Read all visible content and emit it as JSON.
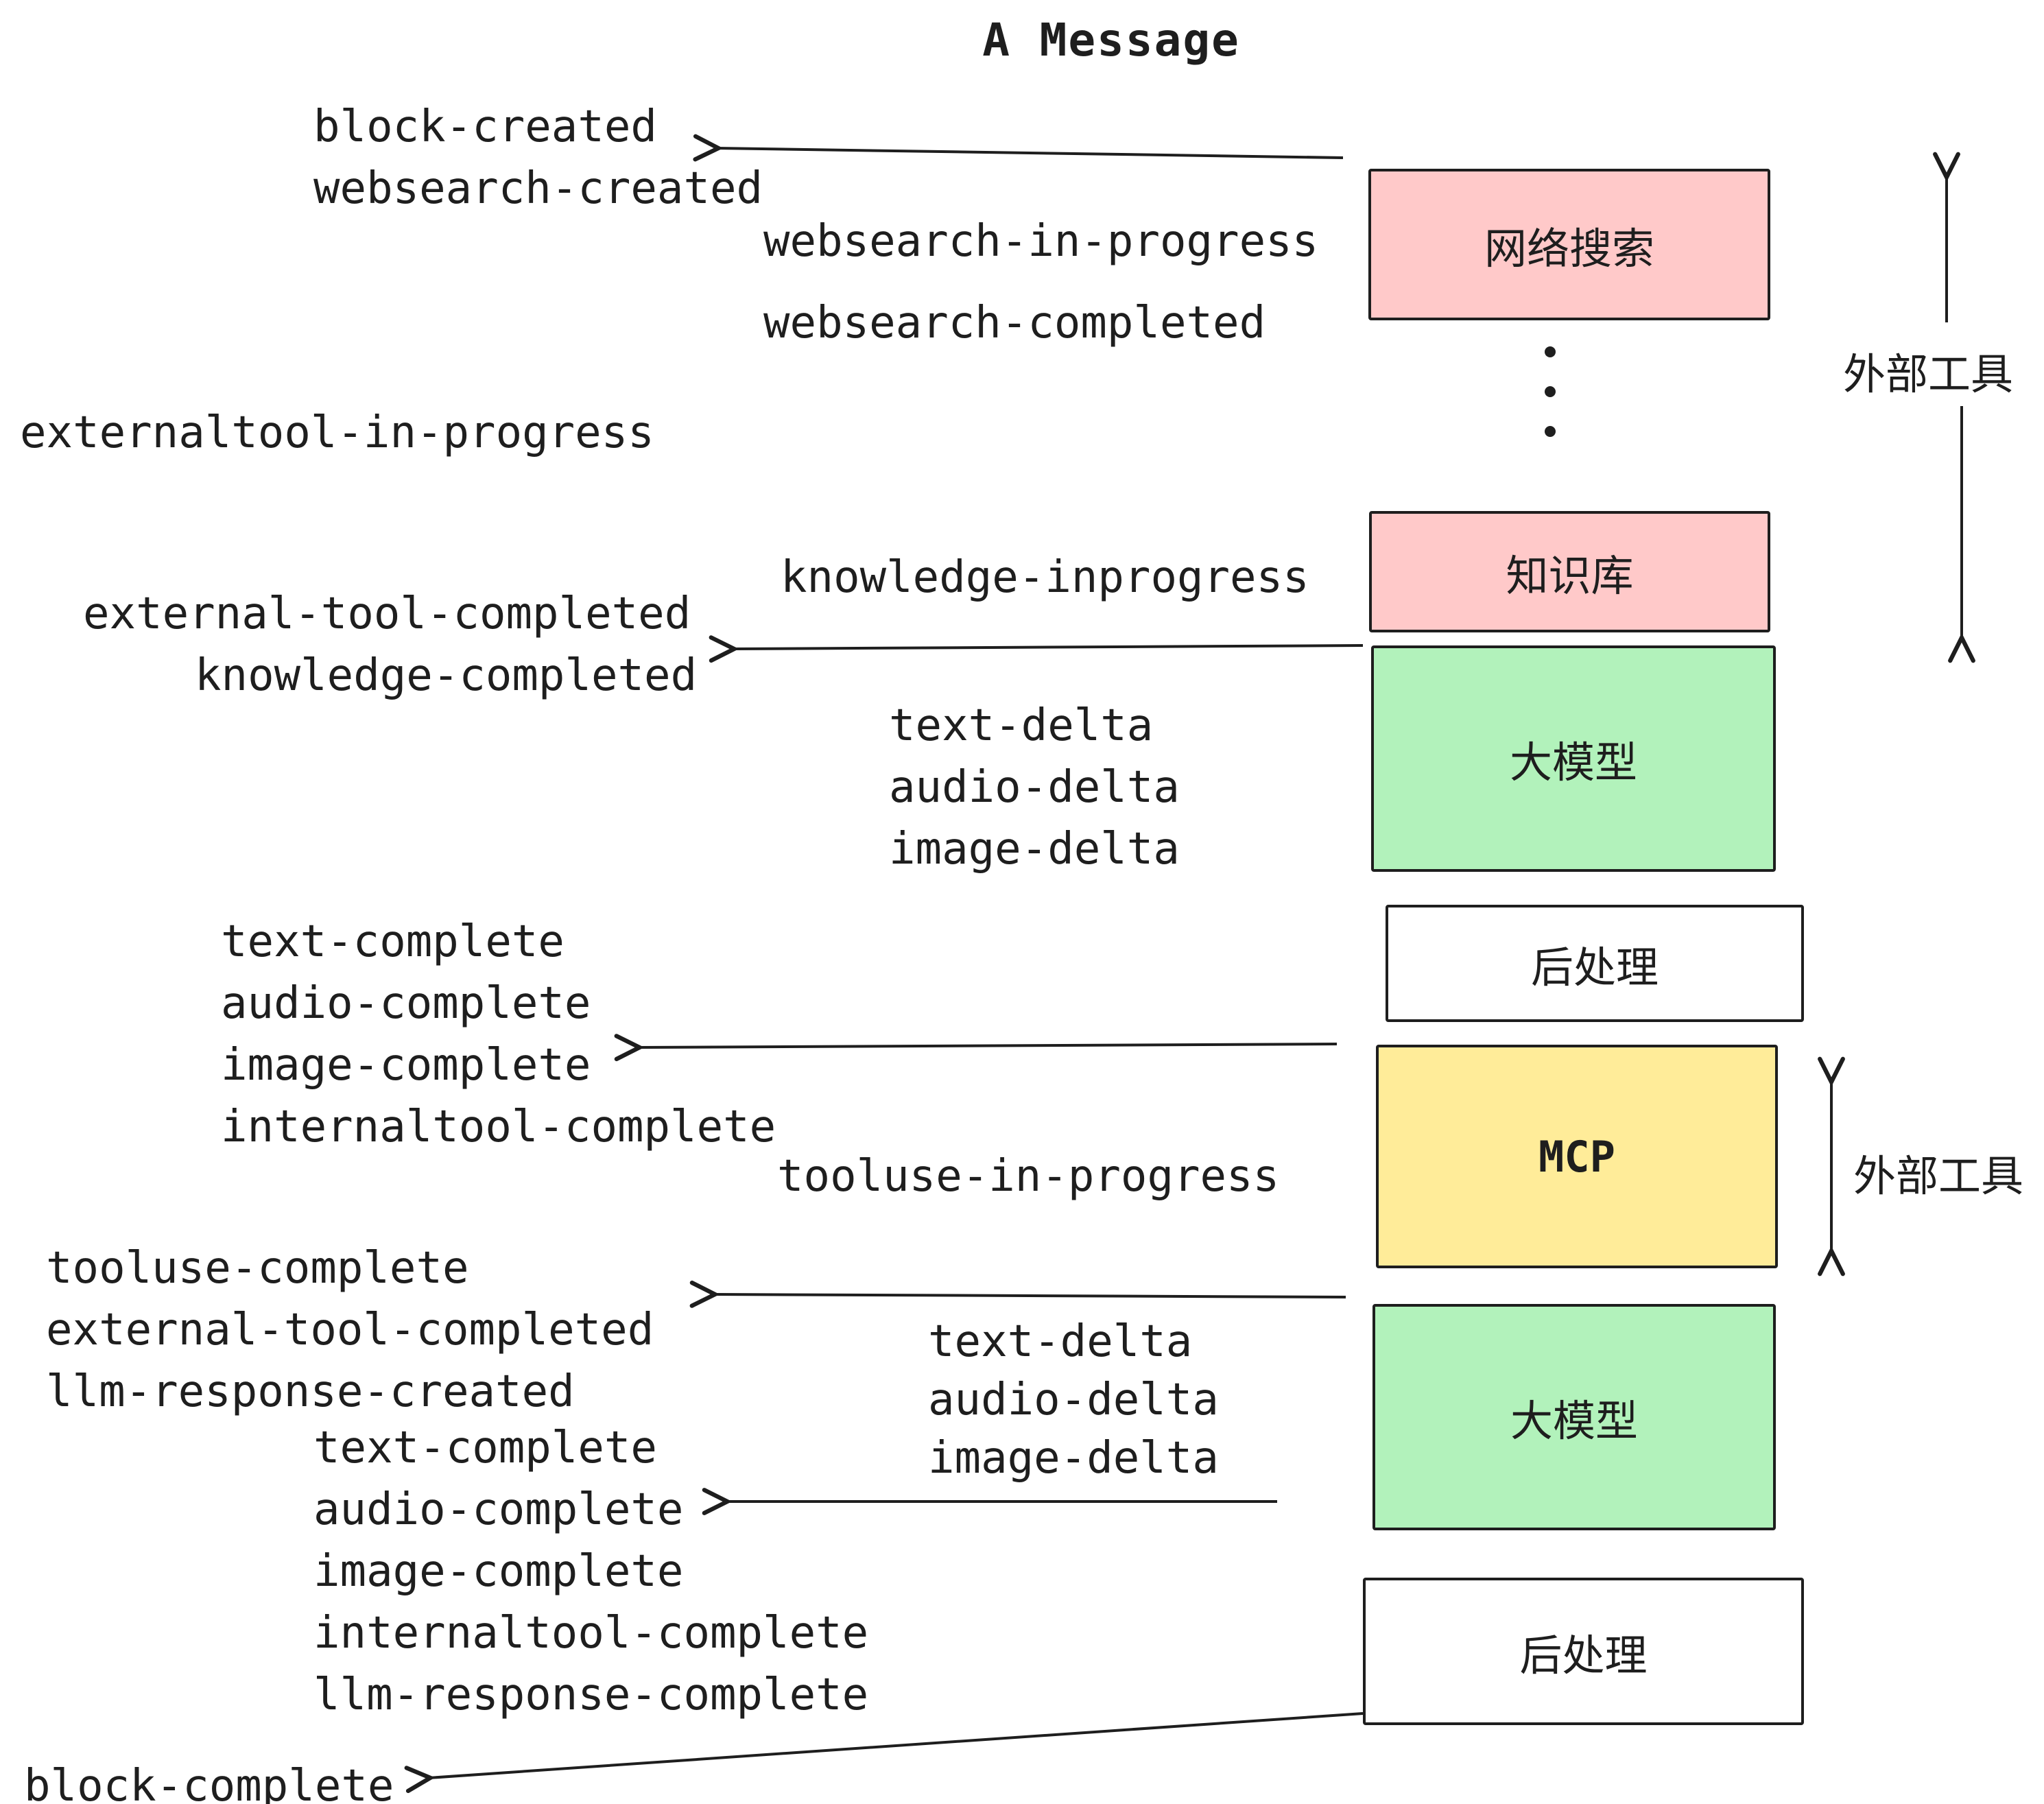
{
  "title": "A Message",
  "boxes": {
    "websearch": {
      "label": "网络搜索",
      "color": "pink"
    },
    "knowledge": {
      "label": "知识库",
      "color": "pink"
    },
    "llm1": {
      "label": "大模型",
      "color": "green"
    },
    "post1": {
      "label": "后处理",
      "color": "white"
    },
    "mcp": {
      "label": "MCP",
      "color": "yellow"
    },
    "llm2": {
      "label": "大模型",
      "color": "green"
    },
    "post2": {
      "label": "后处理",
      "color": "white"
    }
  },
  "events": {
    "block_created": "block-created",
    "websearch_created": "websearch-created",
    "websearch_in_progress": "websearch-in-progress",
    "websearch_completed": "websearch-completed",
    "externaltool_in_progress": "externaltool-in-progress",
    "knowledge_inprogress": "knowledge-inprogress",
    "external_tool_completed": "external-tool-completed",
    "knowledge_completed": "knowledge-completed",
    "text_delta": "text-delta",
    "audio_delta": "audio-delta",
    "image_delta": "image-delta",
    "text_complete": "text-complete",
    "audio_complete": "audio-complete",
    "image_complete": "image-complete",
    "internaltool_complete": "internaltool-complete",
    "tooluse_in_progress": "tooluse-in-progress",
    "tooluse_complete": "tooluse-complete",
    "llm_response_created": "llm-response-created",
    "llm_response_complete": "llm-response-complete",
    "block_complete": "block-complete"
  },
  "annotations": {
    "external_tools_top": "外部工具",
    "external_tools_mid": "外部工具"
  },
  "colors": {
    "pink": "#ffc9c9",
    "green": "#b2f2bb",
    "yellow": "#ffec99",
    "white": "#ffffff",
    "stroke": "#1e1e1e"
  }
}
